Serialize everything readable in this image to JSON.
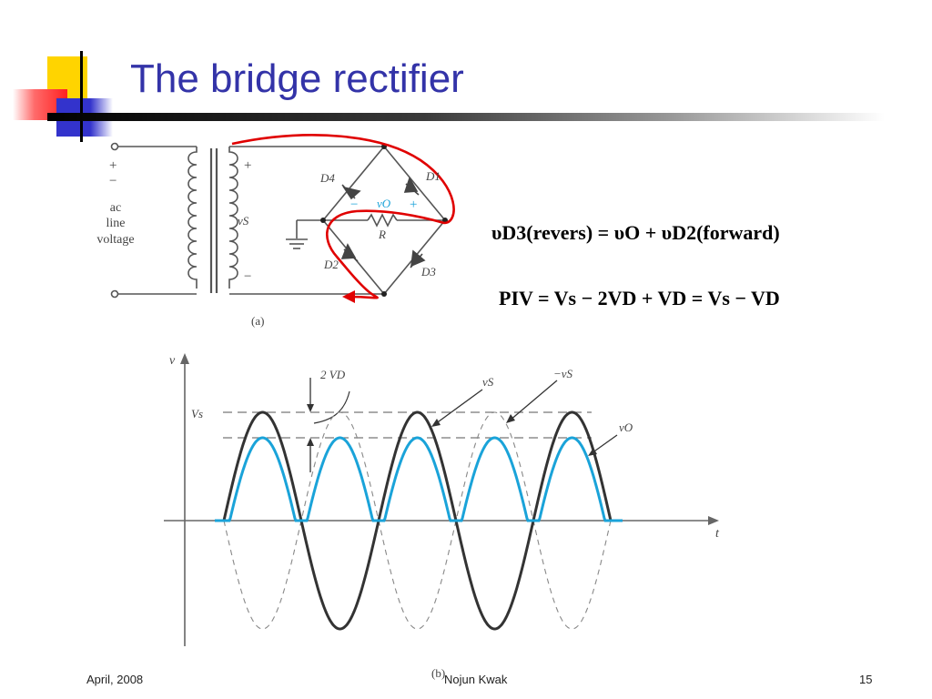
{
  "slide": {
    "title": "The bridge rectifier",
    "footer_left": "April, 2008",
    "footer_center": "Nojun Kwak",
    "footer_right": "15"
  },
  "circuit": {
    "plus_left": "+",
    "minus_left": "−",
    "ac_label": [
      "ac",
      "line",
      "voltage"
    ],
    "vs_label": "vS",
    "plus_secondary": "+",
    "minus_secondary": "−",
    "d4": "D4",
    "d1": "D1",
    "d2": "D2",
    "d3": "D3",
    "vo": "vO",
    "vo_minus": "−",
    "vo_plus": "+",
    "r": "R",
    "caption": "(a)"
  },
  "equations": {
    "eq1": "υD3(revers) = υO + υD2(forward)",
    "eq2": "PIV = Vs − 2VD + VD = Vs − VD"
  },
  "waveform": {
    "y_axis": "v",
    "x_axis": "t",
    "vs_level": "Vs",
    "drop_label": "2 VD",
    "vs_curve": "vS",
    "neg_vs_curve": "−vS",
    "vo_curve": "vO",
    "caption": "(b)"
  },
  "colors": {
    "title": "#3333a8",
    "highlight_path": "#e00000",
    "output_wave": "#1aa3d9",
    "deco_yellow": "#ffd400",
    "deco_blue": "#3333cc",
    "deco_red": "#ff3b3b"
  }
}
